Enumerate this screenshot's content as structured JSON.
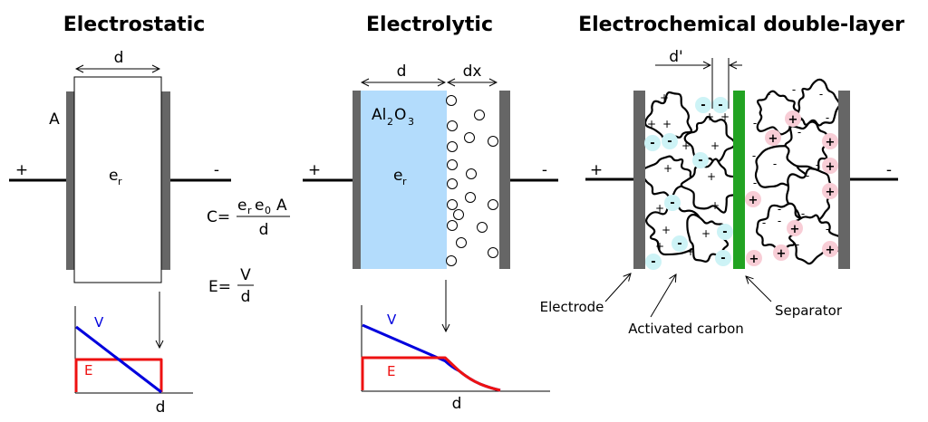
{
  "titles": {
    "electrostatic": "Electrostatic",
    "electrolytic": "Electrolytic",
    "edlc": "Electrochemical double-layer"
  },
  "colors": {
    "plate": "#666666",
    "dielectric_oxide": "#b3dcfc",
    "separator": "#22a322",
    "negative_ion": "#cdf3f6",
    "positive_ion": "#f8cdd6",
    "voltage_curve": "#0000dd",
    "field_curve": "#ee1111"
  },
  "electrostatic": {
    "plus": "+",
    "minus": "-",
    "d_label": "d",
    "area_label": "A",
    "permittivity": "e",
    "permittivity_sub": "r",
    "graph": {
      "v_label": "V",
      "e_label": "E",
      "x_label": "d"
    }
  },
  "formulas": {
    "capacitance": {
      "lhs": "C=",
      "num_e1": "e",
      "num_e1_sub": "r",
      "num_e2": "e",
      "num_e2_sub": "0",
      "num_a": "A",
      "den": "d"
    },
    "field": {
      "lhs": "E=",
      "num": "V",
      "den": "d"
    }
  },
  "electrolytic": {
    "plus": "+",
    "minus": "-",
    "d_label": "d",
    "dx_label": "dx",
    "oxide": {
      "a": "Al",
      "sub1": "2",
      "b": "O",
      "sub2": "3"
    },
    "permittivity": "e",
    "permittivity_sub": "r",
    "graph": {
      "v_label": "V",
      "e_label": "E",
      "x_label": "d"
    }
  },
  "edlc": {
    "plus": "+",
    "minus": "-",
    "d_prime_label": "d'",
    "negative_ion_sign": "-",
    "positive_ion_sign": "+",
    "callouts": {
      "electrode": "Electrode",
      "activated_carbon": "Activated carbon",
      "separator": "Separator"
    }
  },
  "chart_data": [
    {
      "type": "line",
      "title": "Electrostatic",
      "xlabel": "d",
      "series": [
        {
          "name": "V",
          "x": [
            0,
            1
          ],
          "y": [
            1.0,
            0.0
          ]
        },
        {
          "name": "E",
          "x": [
            0,
            0,
            1,
            1
          ],
          "y": [
            0,
            0.5,
            0.5,
            0
          ]
        }
      ]
    },
    {
      "type": "line",
      "title": "Electrolytic",
      "xlabel": "d",
      "series": [
        {
          "name": "V",
          "x": [
            0,
            0.6,
            0.7,
            0.85,
            1.0
          ],
          "y": [
            1.0,
            0.45,
            0.3,
            0.1,
            0.0
          ]
        },
        {
          "name": "E",
          "x": [
            0,
            0,
            0.6,
            0.7,
            0.85,
            1.0
          ],
          "y": [
            0,
            0.5,
            0.5,
            0.3,
            0.1,
            0.0
          ]
        }
      ]
    }
  ]
}
